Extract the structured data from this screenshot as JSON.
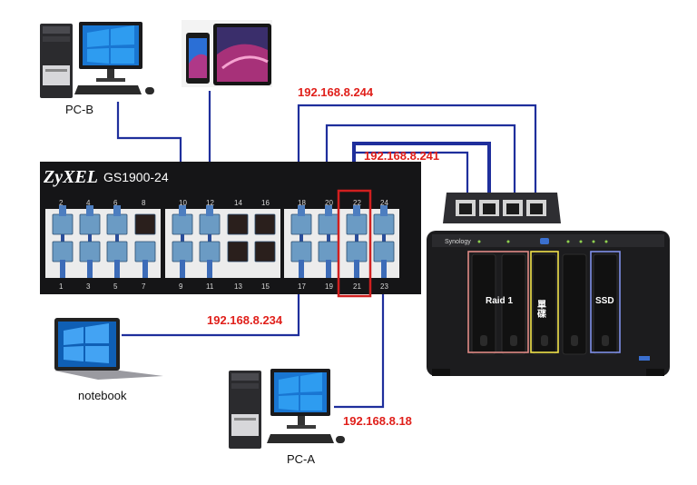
{
  "switch": {
    "brand": "ZyXEL",
    "model": "GS1900-24",
    "top_ports": [
      "2",
      "4",
      "6",
      "8",
      "10",
      "12",
      "14",
      "16",
      "18",
      "20",
      "22",
      "24"
    ],
    "bottom_ports": [
      "1",
      "3",
      "5",
      "7",
      "9",
      "11",
      "13",
      "15",
      "17",
      "19",
      "21",
      "23"
    ]
  },
  "devices": {
    "pc_b": "PC-B",
    "pc_a": "PC-A",
    "notebook": "notebook"
  },
  "ip_labels": {
    "ip_244": "192.168.8.244",
    "ip_241": "192.168.8.241",
    "ip_234": "192.168.8.234",
    "ip_18": "192.168.8.18"
  },
  "nas": {
    "brand": "Synology",
    "raid_label": "Raid 1",
    "single_label": "單碟",
    "ssd_label": "SSD"
  },
  "colors": {
    "wire": "#1f2f9c",
    "ip_text": "#e0201b",
    "highlight_box": "#d01f1f",
    "port_jack": "#6b9bc4"
  }
}
